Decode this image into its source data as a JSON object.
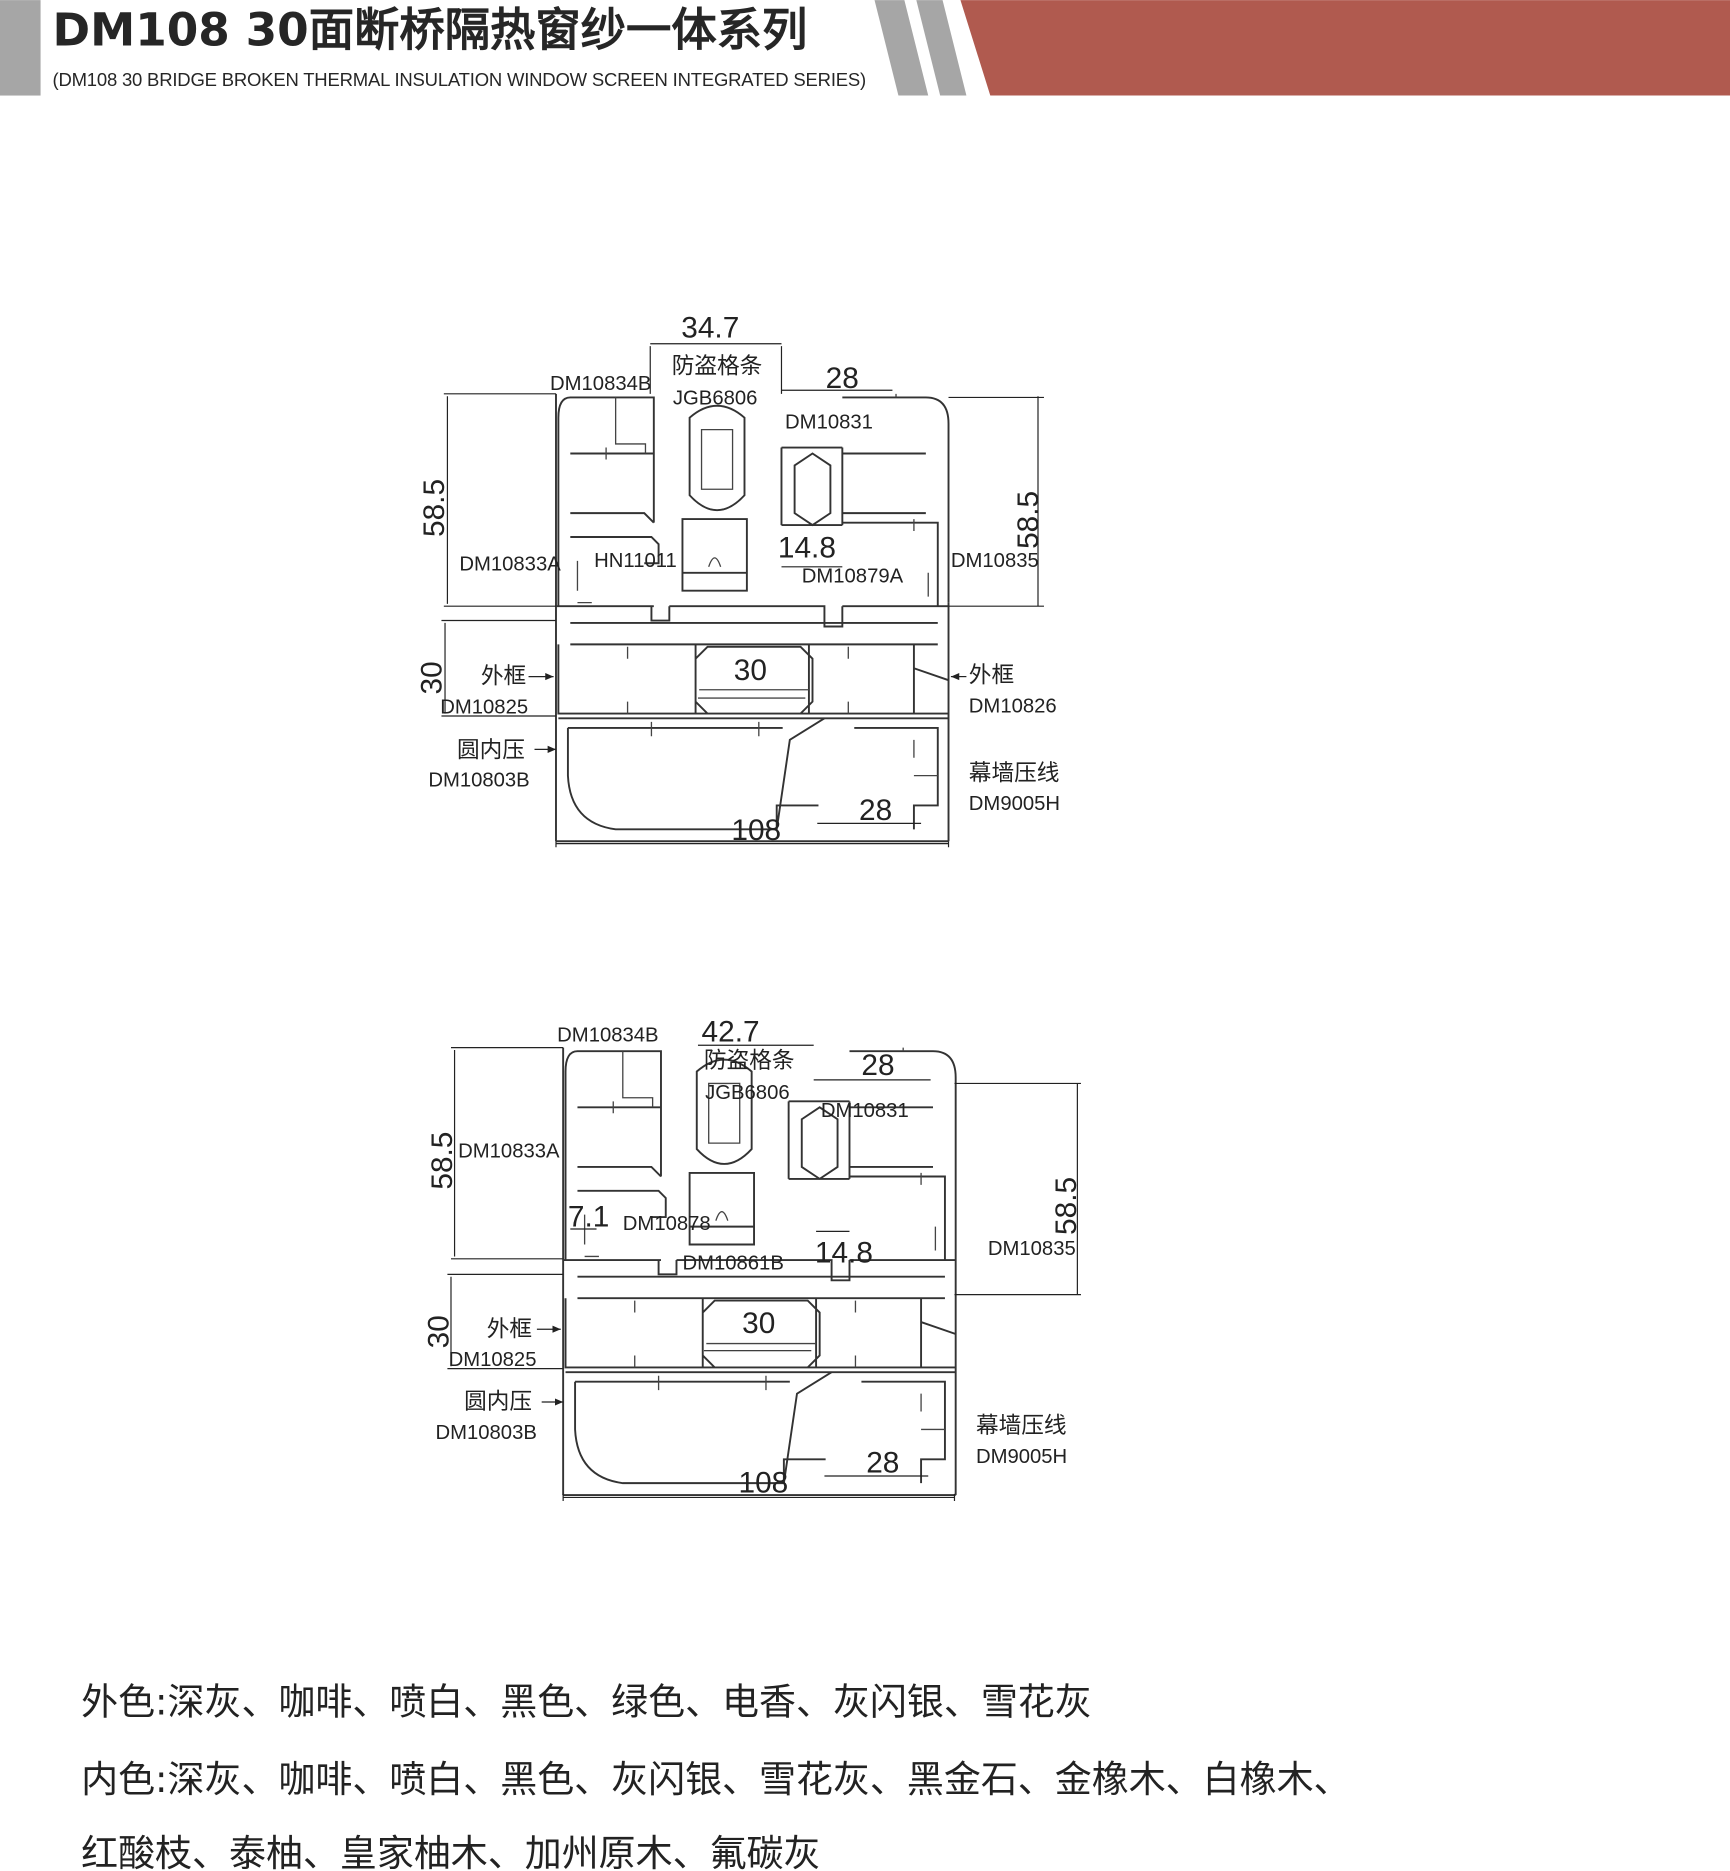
{
  "header": {
    "title": "DM108  30面断桥隔热窗纱一体系列",
    "subtitle": "(DM108 30 BRIDGE BROKEN THERMAL INSULATION WINDOW SCREEN INTEGRATED SERIES)",
    "accent_color": "#b05a4f",
    "stripe_color": "#a6a6a6"
  },
  "drawing1": {
    "dim_top": "34.7",
    "grille_label": "防盗格条",
    "grille_code": "JGB6806",
    "dim_28_top": "28",
    "left_sash_top": "DM10834B",
    "right_sash": "DM10831",
    "dim_left_height": "58.5",
    "dim_right_height": "58.5",
    "left_sash": "DM10833A",
    "middle_part": "HN11011",
    "dim_14_8": "14.8",
    "screen_part": "DM10879A",
    "right_sash_code": "DM10835",
    "dim_30_left": "30",
    "outer_frame_left_label": "外框",
    "outer_frame_left_code": "DM10825",
    "dim_30_center": "30",
    "outer_frame_right_label": "外框",
    "outer_frame_right_code": "DM10826",
    "bead_label": "圆内压",
    "bead_code": "DM10803B",
    "curtain_label": "幕墙压线",
    "curtain_code": "DM9005H",
    "dim_28_bottom": "28",
    "dim_108": "108"
  },
  "drawing2": {
    "left_sash_top": "DM10834B",
    "dim_top": "42.7",
    "grille_label": "防盗格条",
    "grille_code": "JGB6806",
    "dim_28_top": "28",
    "right_sash": "DM10831",
    "dim_left_height": "58.5",
    "left_sash": "DM10833A",
    "dim_7_1": "7.1",
    "part_a": "DM10878",
    "part_b": "DM10861B",
    "dim_14_8": "14.8",
    "dim_right_height": "58.5",
    "right_sash_code": "DM10835",
    "dim_30_left": "30",
    "outer_frame_left_label": "外框",
    "outer_frame_left_code": "DM10825",
    "dim_30_center": "30",
    "bead_label": "圆内压",
    "bead_code": "DM10803B",
    "curtain_label": "幕墙压线",
    "curtain_code": "DM9005H",
    "dim_28_bottom": "28",
    "dim_108": "108"
  },
  "colors": {
    "outer": "外色:深灰、咖啡、喷白、黑色、绿色、电香、灰闪银、雪花灰",
    "inner_line1": "内色:深灰、咖啡、喷白、黑色、灰闪银、雪花灰、黑金石、金橡木、白橡木、",
    "inner_line2": "红酸枝、泰柚、皇家柚木、加州原木、氟碳灰"
  }
}
